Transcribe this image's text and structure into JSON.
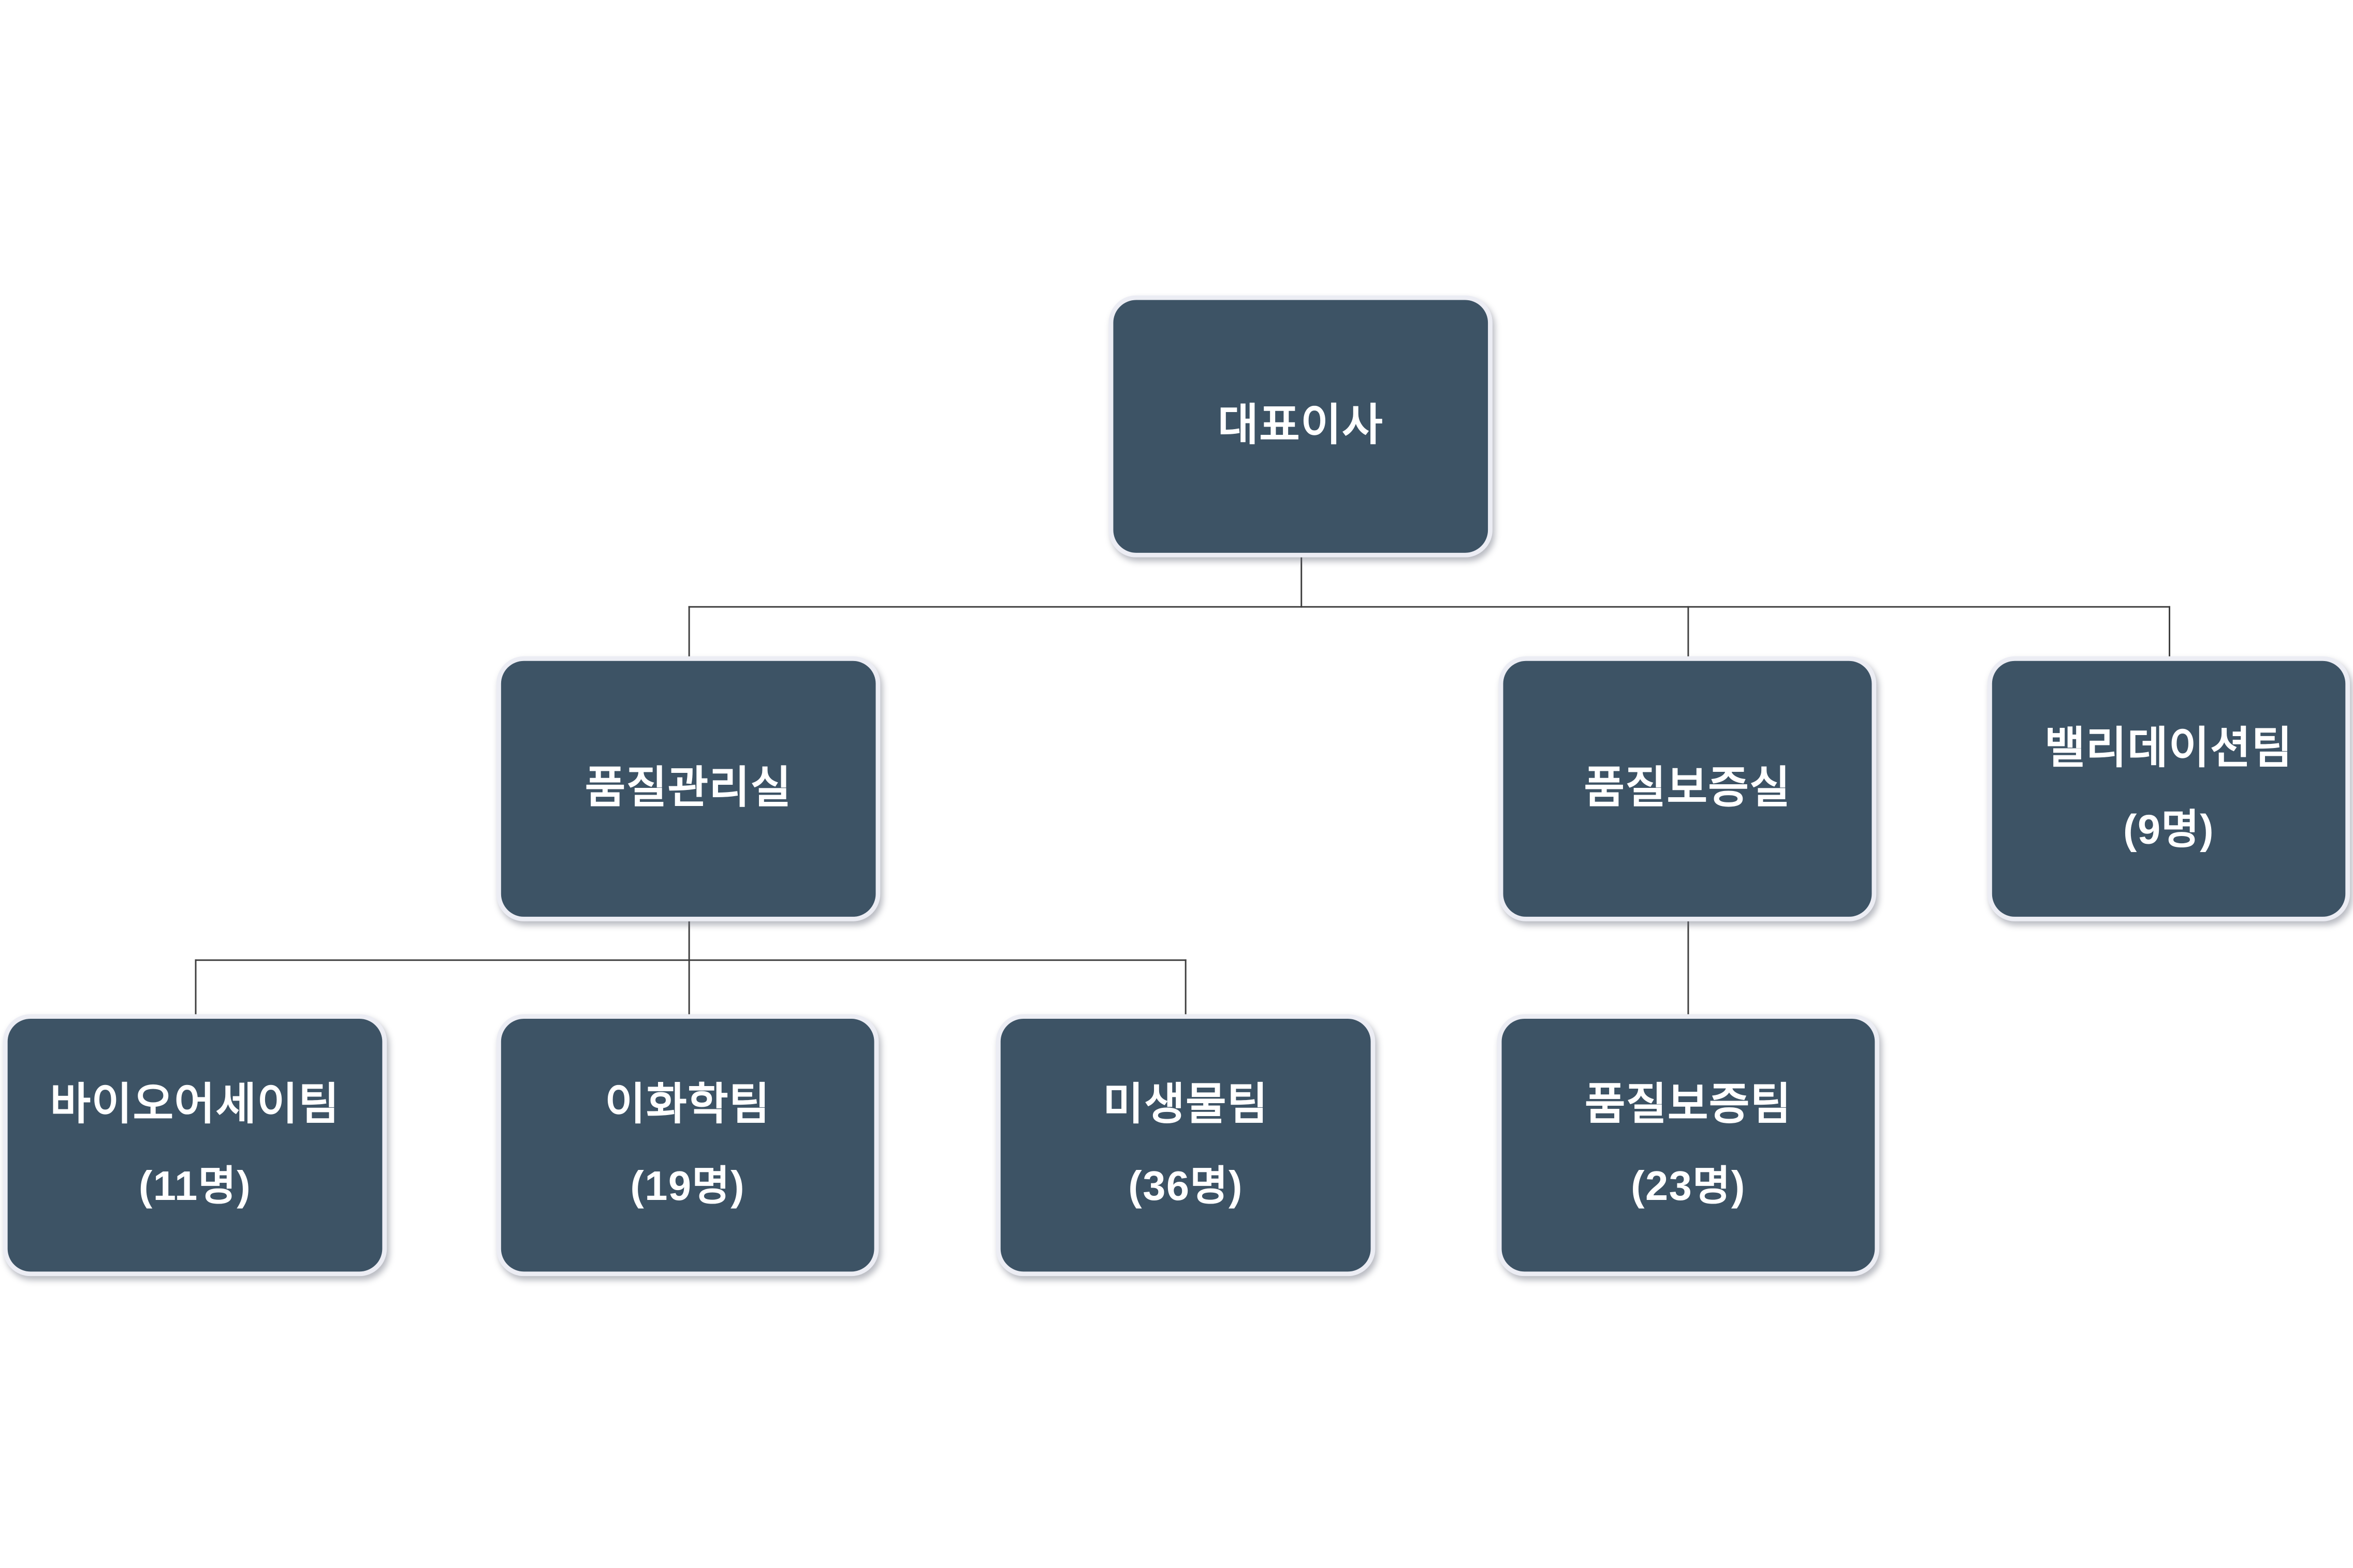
{
  "diagram": {
    "type": "org-chart",
    "background": "#ffffff",
    "colors": {
      "node_fill": "#3d5365",
      "node_border": "#ecedf4",
      "node_text": "#ffffff",
      "connector_line": "#3e3e3e"
    },
    "nodes": {
      "ceo": {
        "label": "대표이사"
      },
      "qc": {
        "label": "품질관리실"
      },
      "qa": {
        "label": "품질보증실"
      },
      "val": {
        "label": "밸리데이션팀",
        "headcount": "(9명)"
      },
      "bio": {
        "label": "바이오어세이팀",
        "headcount": "(11명)"
      },
      "chem": {
        "label": "이화학팀",
        "headcount": "(19명)"
      },
      "micro": {
        "label": "미생물팀",
        "headcount": "(36명)"
      },
      "qateam": {
        "label": "품질보증팀",
        "headcount": "(23명)"
      }
    },
    "edges": [
      [
        "ceo",
        "qc"
      ],
      [
        "ceo",
        "qa"
      ],
      [
        "ceo",
        "val"
      ],
      [
        "qc",
        "bio"
      ],
      [
        "qc",
        "chem"
      ],
      [
        "qc",
        "micro"
      ],
      [
        "qa",
        "qateam"
      ]
    ]
  }
}
